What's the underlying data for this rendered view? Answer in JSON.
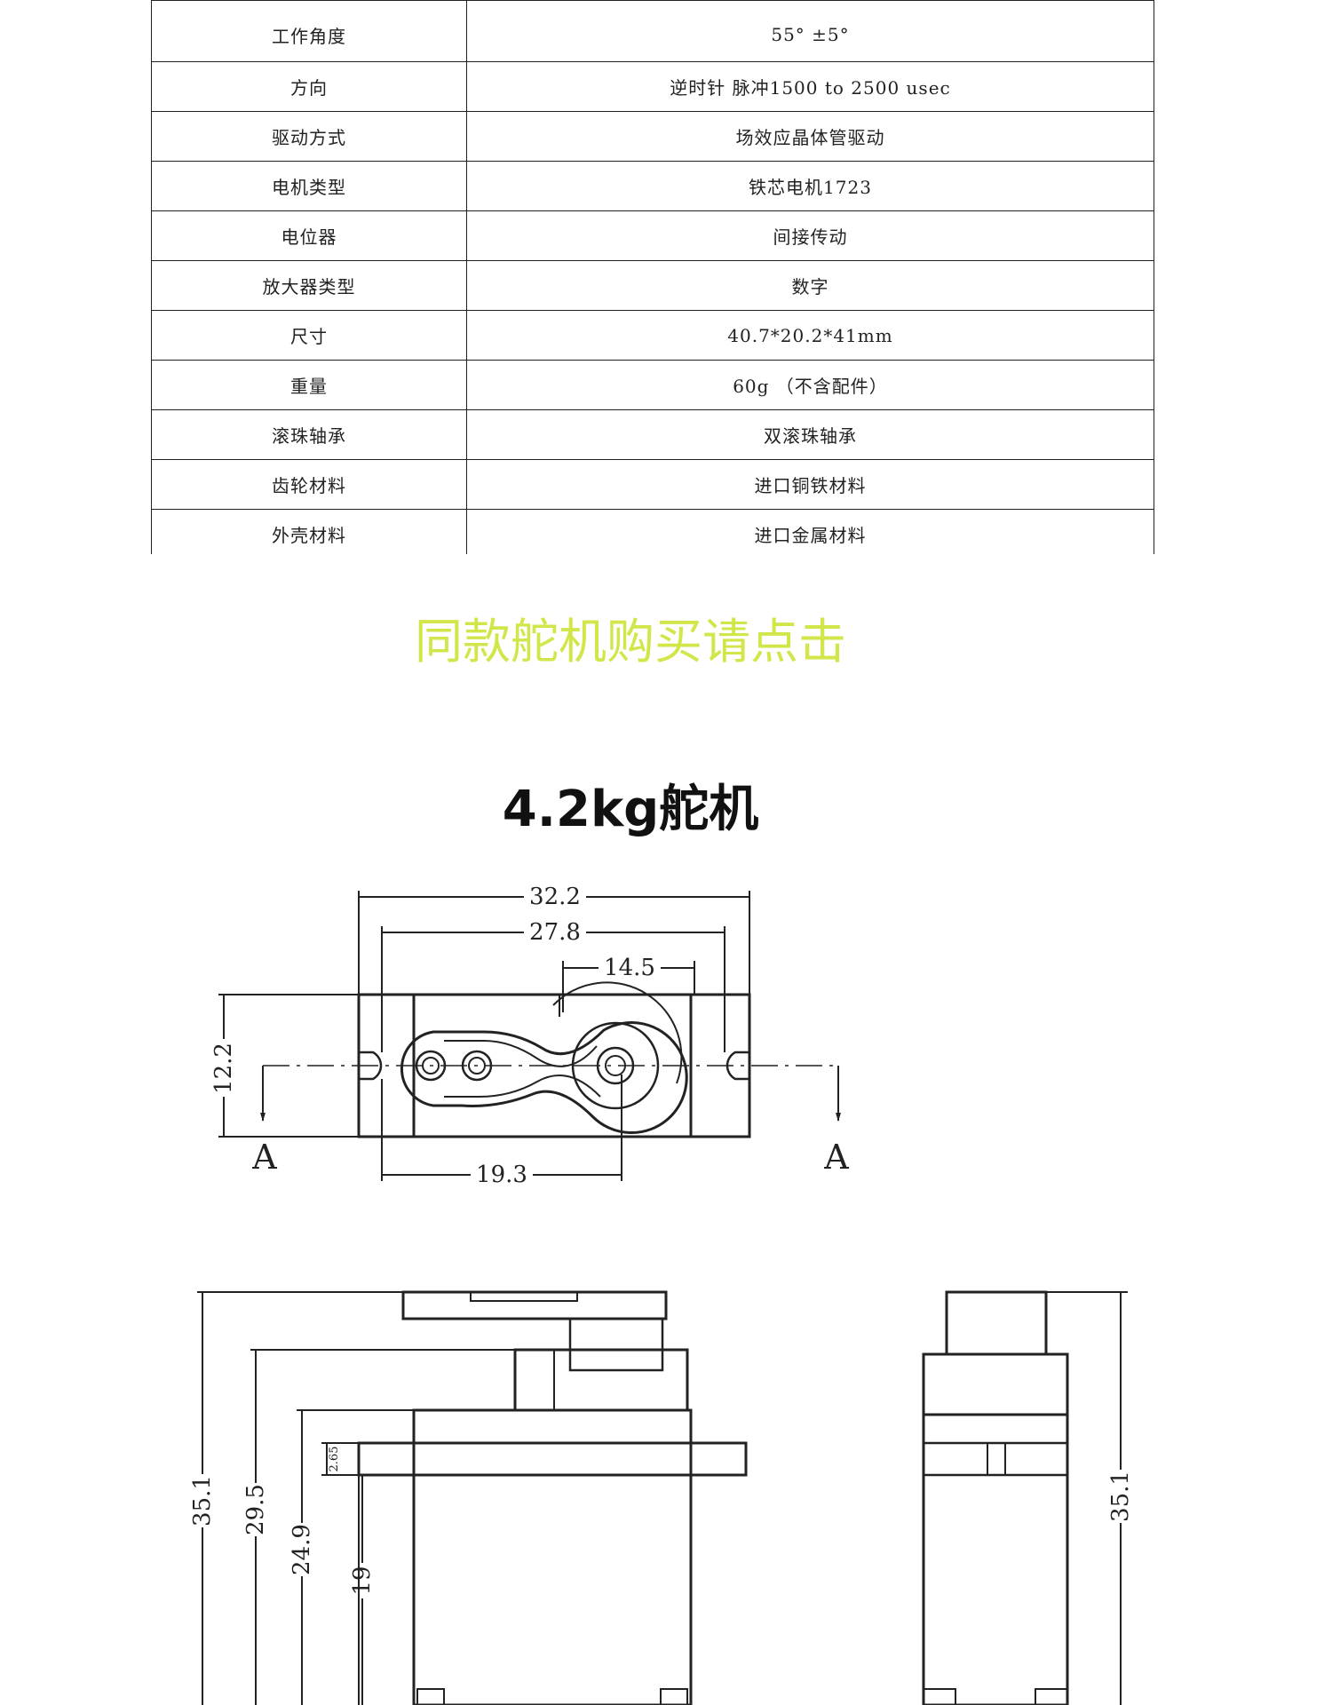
{
  "spec_table": {
    "rows": [
      {
        "label": "工作角度",
        "value": "55° ±5°"
      },
      {
        "label": "方向",
        "value": "逆时针  脉冲1500 to 2500 usec"
      },
      {
        "label": "驱动方式",
        "value": "场效应晶体管驱动"
      },
      {
        "label": "电机类型",
        "value": "铁芯电机1723"
      },
      {
        "label": "电位器",
        "value": "间接传动"
      },
      {
        "label": "放大器类型",
        "value": "数字"
      },
      {
        "label": "尺寸",
        "value": "40.7*20.2*41mm"
      },
      {
        "label": "重量",
        "value": "60g （不含配件）"
      },
      {
        "label": "滚珠轴承",
        "value": "双滚珠轴承"
      },
      {
        "label": "齿轮材料",
        "value": "进口铜铁材料"
      },
      {
        "label": "外壳材料",
        "value": "进口金属材料"
      }
    ]
  },
  "buy_link": {
    "text": "同款舵机购买请点击",
    "color": "#d2e64a"
  },
  "section_title": "4.2kg舵机",
  "drawing": {
    "top_view": {
      "dimensions": {
        "overall_width": "32.2",
        "hole_spacing": "27.8",
        "shaft_offset": "14.5",
        "body_height": "12.2",
        "shaft_position": "19.3"
      },
      "section_marker": "A"
    },
    "front_view": {
      "dimensions": {
        "total_height": "35.1",
        "to_horn_base": "29.5",
        "to_mount": "24.9",
        "tab_thickness": "2.65",
        "body_height": "19"
      }
    },
    "side_view": {
      "dimensions": {
        "total_height": "35.1"
      }
    }
  }
}
